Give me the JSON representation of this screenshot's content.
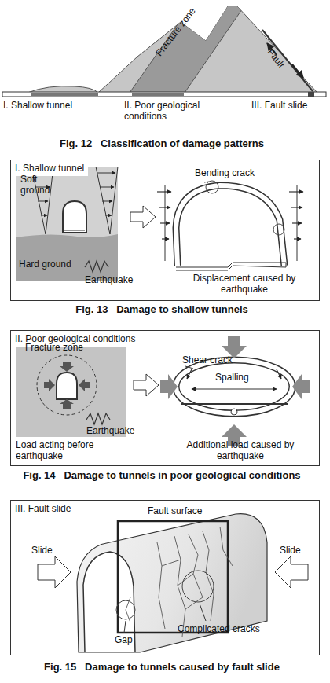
{
  "diagram": {
    "nodes": [
      {
        "text": [
          "I. Shallow tunnel"
        ]
      },
      {
        "text": [
          "II. Poor geological conditions"
        ]
      },
      {
        "text": [
          "III. Fault slide"
        ]
      }
    ],
    "labels": [
      "Fracture zone",
      "Fault",
      "I. Shallow tunnel",
      "II. Poor geological conditions",
      "III. Fault slide",
      "Fig. 12   Classification of damage patterns",
      "Soft ground",
      "Hard ground",
      "Earthquake",
      "Bending crack",
      "Displacement caused by earthquake",
      "Fig. 13   Damage to shallow tunnels",
      "Fracture zone",
      "Earthquake",
      "Load acting before earthquake",
      "Shear crack",
      "Spalling",
      "Additional load caused by earthquake",
      "Fig. 14   Damage to tunnels in poor geological conditions",
      "Fault surface",
      "Slide",
      "Slide",
      "Gap",
      "Complicated cracks",
      "Fig. 15   Damage to tunnels caused by fault slide"
    ]
  }
}
